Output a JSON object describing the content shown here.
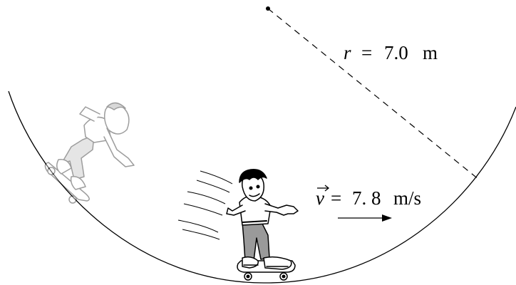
{
  "diagram": {
    "radius_label": {
      "symbol": "r",
      "equals": "=",
      "value": "7.0",
      "unit": "m"
    },
    "velocity_label": {
      "symbol": "v",
      "equals": "=",
      "value": "7. 8",
      "unit": "m/s"
    },
    "colors": {
      "line": "#000000",
      "background": "#ffffff",
      "skater_shading": "#9a9a9a",
      "skater_faded": "#bcbcbc"
    },
    "icons": {
      "center_point": "dot",
      "velocity_arrow": "arrow-right",
      "vector_arrow": "small-right-arrow-over-letter"
    }
  }
}
